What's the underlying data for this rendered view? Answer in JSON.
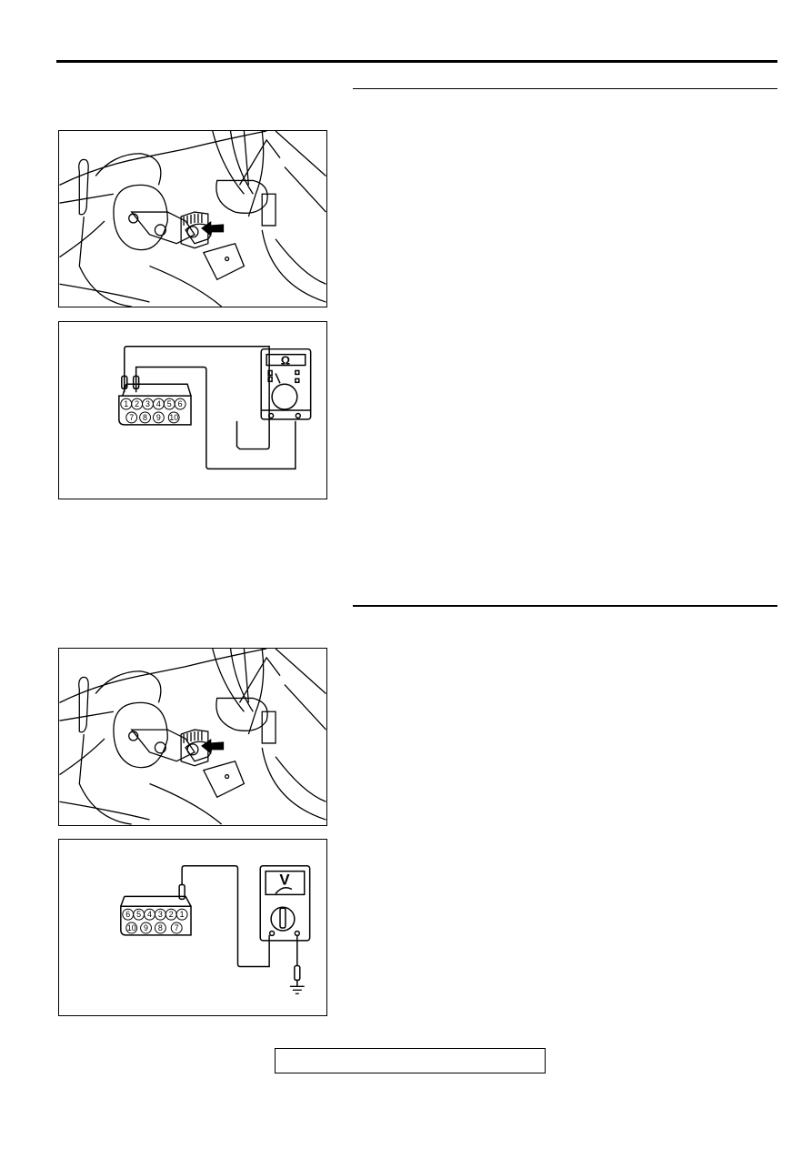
{
  "figures": {
    "resistance_check": {
      "connector_pins_top": [
        "1",
        "2",
        "3",
        "4",
        "5",
        "6"
      ],
      "connector_pins_bottom": [
        "7",
        "8",
        "9",
        "10"
      ],
      "meter_symbol": "Ω"
    },
    "voltage_check": {
      "connector_pins_top": [
        "6",
        "5",
        "4",
        "3",
        "2",
        "1"
      ],
      "connector_pins_bottom": [
        "10",
        "9",
        "8",
        "7"
      ],
      "meter_symbol": "V"
    }
  },
  "icons": {
    "arrow": "arrow-left-icon",
    "ground": "ground-icon"
  }
}
